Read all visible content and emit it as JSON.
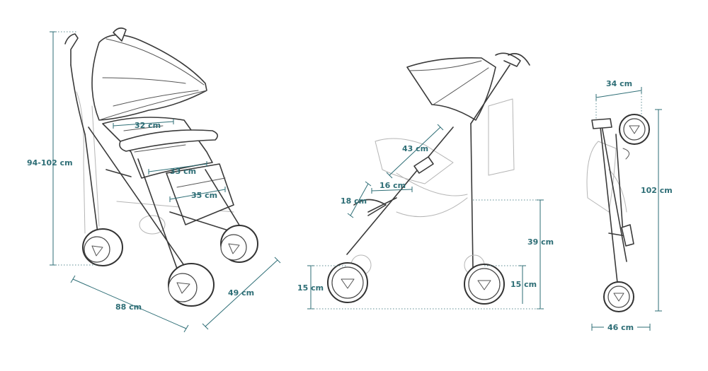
{
  "dimensions": {
    "height_adjustable": "94-102 cm",
    "length": "88 cm",
    "width": "49 cm",
    "seat_back_width": "32 cm",
    "seat_width": "33 cm",
    "footrest_width": "35 cm",
    "backrest_length": "43 cm",
    "seat_depth": "16 cm",
    "footrest_depth": "18 cm",
    "seat_height": "39 cm",
    "front_wheel_diameter": "15 cm",
    "rear_wheel_diameter": "15 cm",
    "folded_depth": "34 cm",
    "folded_height": "102 cm",
    "folded_width": "46 cm"
  },
  "colors": {
    "dimension": "#2e6e76",
    "ink": "#3a3a3a"
  }
}
